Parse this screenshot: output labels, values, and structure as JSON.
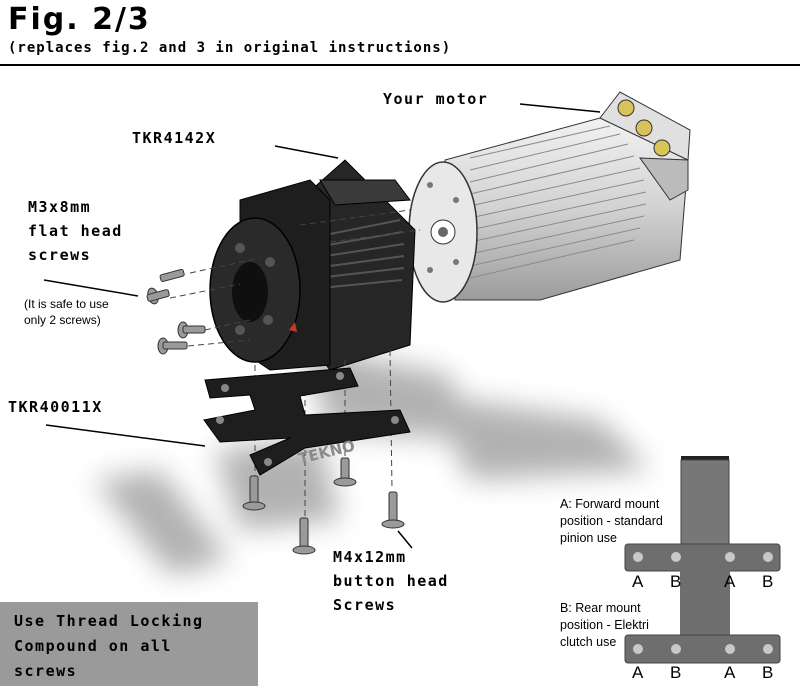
{
  "title": "Fig. 2/3",
  "subtitle": "(replaces fig.2 and 3 in original instructions)",
  "labels": {
    "motor": "Your motor",
    "mount_part": "TKR4142X",
    "flat_screws": [
      "M3x8mm",
      "flat head",
      "screws"
    ],
    "screw_note": [
      "(It is safe to use",
      "only 2 screws)"
    ],
    "plate_part": "TKR40011X",
    "button_screws": [
      "M4x12mm",
      "button head",
      "Screws"
    ],
    "warning": [
      "Use Thread Locking",
      "Compound on all",
      "screws"
    ],
    "plate_brand": "TEKNO"
  },
  "legend": {
    "a_text": [
      "A:  Forward mount",
      "position - standard",
      "pinion use"
    ],
    "b_text": [
      "B:  Rear mount",
      "position - Elektri",
      "clutch use"
    ],
    "top_row": [
      "A",
      "B",
      "A",
      "B"
    ],
    "bottom_row": [
      "A",
      "B",
      "A",
      "B"
    ]
  },
  "colors": {
    "part_black": "#1e1e1e",
    "motor_grey": "#dcdcdc",
    "warning_bg": "#9a9a9a",
    "plate_grey": "#777777"
  }
}
